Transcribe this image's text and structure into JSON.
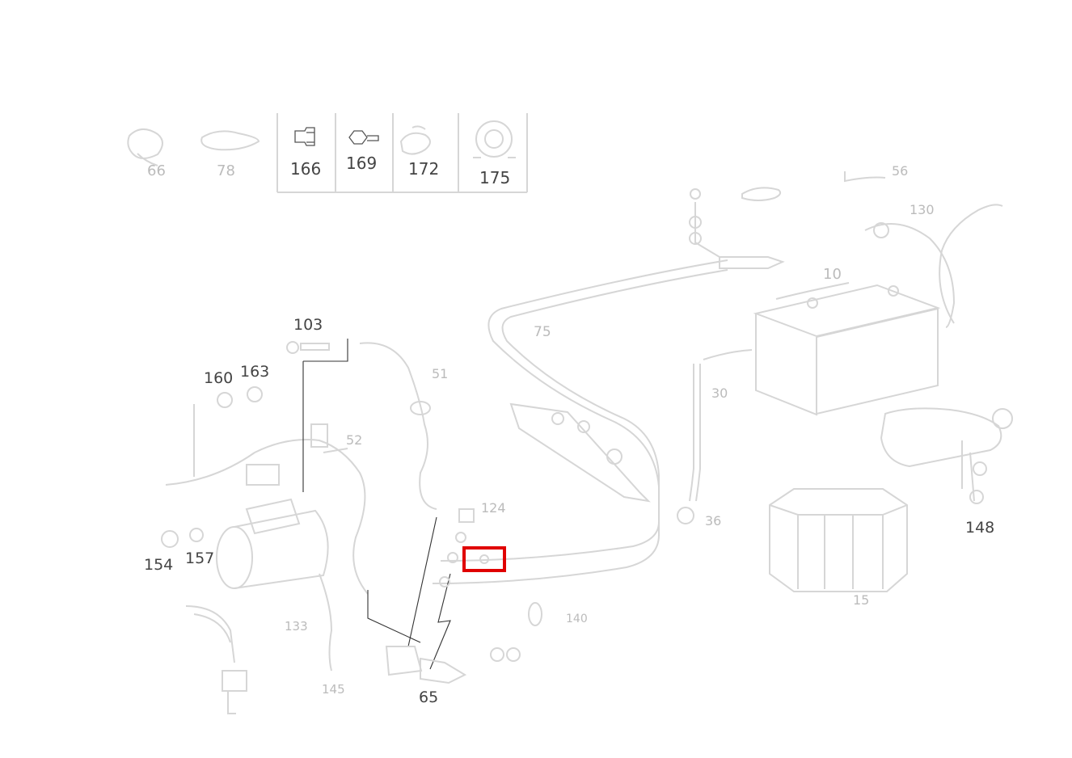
{
  "legend_parts": [
    {
      "id": "166",
      "icon": "push-rivet-icon"
    },
    {
      "id": "169",
      "icon": "hex-bolt-icon"
    },
    {
      "id": "172",
      "icon": "cable-tie-icon"
    },
    {
      "id": "175",
      "icon": "grommet-icon"
    }
  ],
  "faint_labels": [
    "66",
    "78"
  ],
  "callouts": {
    "c103": "103",
    "c160": "160",
    "c163": "163",
    "c154": "154",
    "c157": "157",
    "c65": "65",
    "c148": "148",
    "c124": "124"
  },
  "faint_callouts": {
    "f10": "10",
    "f75": "75",
    "f51": "51",
    "f52": "52",
    "f56": "56",
    "f130": "130",
    "f30": "30",
    "f36": "36",
    "f15": "15",
    "f140": "140",
    "f145": "145",
    "f133": "133"
  },
  "highlight_color": "#e00000"
}
